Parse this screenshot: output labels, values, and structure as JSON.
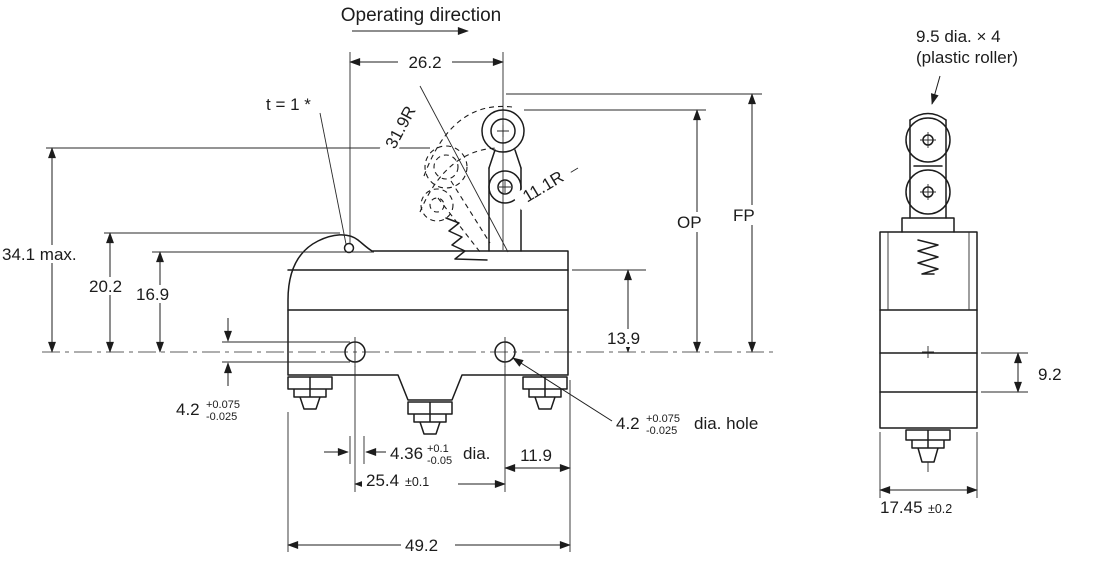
{
  "front": {
    "operating_direction": "Operating direction",
    "t_note": "t = 1 *",
    "d26_2": "26.2",
    "r31_9": "31.9R",
    "r11_1": "11.1R",
    "d34_1": "34.1 max.",
    "d20_2": "20.2",
    "d16_9": "16.9",
    "d13_9": "13.9",
    "op_label": "OP",
    "fp_label": "FP",
    "left_hole_value": "4.2",
    "left_hole_tol_plus": "+0.075",
    "left_hole_tol_minus": "-0.025",
    "screw_value": "4.36",
    "screw_tol_plus": "+0.1",
    "screw_tol_minus": "-0.05",
    "screw_suffix": "dia.",
    "right_hole_value": "4.2",
    "right_hole_tol_plus": "+0.075",
    "right_hole_tol_minus": "-0.025",
    "right_hole_suffix": "dia. hole",
    "d25_4_value": "25.4",
    "d25_4_tol": "±0.1",
    "d11_9": "11.9",
    "d49_2": "49.2"
  },
  "side": {
    "roller_note_line1": "9.5 dia. × 4",
    "roller_note_line2": "(plastic roller)",
    "d9_2": "9.2",
    "d17_45_value": "17.45",
    "d17_45_tol": "±0.2"
  }
}
